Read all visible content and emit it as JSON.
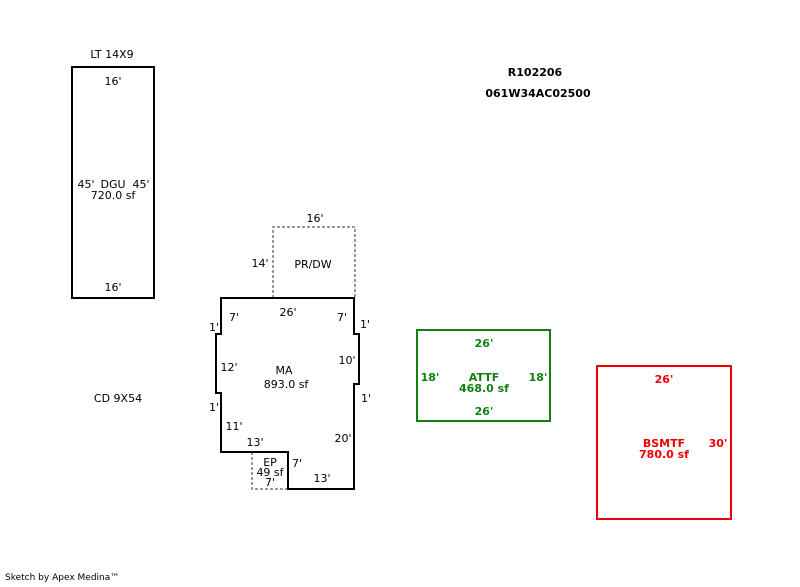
{
  "header": {
    "parcel_id": "R102206",
    "map_number": "061W34AC02500"
  },
  "annotations": {
    "lt": "LT 14X9",
    "cd": "CD 9X54"
  },
  "areas": {
    "dgu": {
      "label": "DGU",
      "area": "720.0 sf",
      "top": "16'",
      "bottom": "16'",
      "left": "45'",
      "right": "45'",
      "color": "#000000"
    },
    "prdw": {
      "label": "PR/DW",
      "top": "16'",
      "left": "14'"
    },
    "ma": {
      "label": "MA",
      "area": "893.0 sf",
      "dims": {
        "top": "26'",
        "top_left": "7'",
        "top_right": "7'",
        "left_jog_top": "1'",
        "left_12": "12'",
        "left_jog_bottom": "1'",
        "left_11": "11'",
        "bottom_left_13": "13'",
        "ep_side_7": "7'",
        "bottom_right_13": "13'",
        "right_jog_top": "1'",
        "right_10": "10'",
        "right_jog_bottom": "1'",
        "right_20": "20'"
      }
    },
    "ep": {
      "label": "EP",
      "area": "49 sf",
      "bottom": "7'"
    },
    "attf": {
      "label": "ATTF",
      "area": "468.0 sf",
      "top": "26'",
      "bottom": "26'",
      "left": "18'",
      "right": "18'",
      "color": "#108010"
    },
    "bsmtf": {
      "label": "BSMTF",
      "area": "780.0 sf",
      "top": "26'",
      "right": "30'",
      "color": "#ee0000"
    }
  },
  "footer": {
    "credit": "Sketch by Apex Medina™"
  }
}
